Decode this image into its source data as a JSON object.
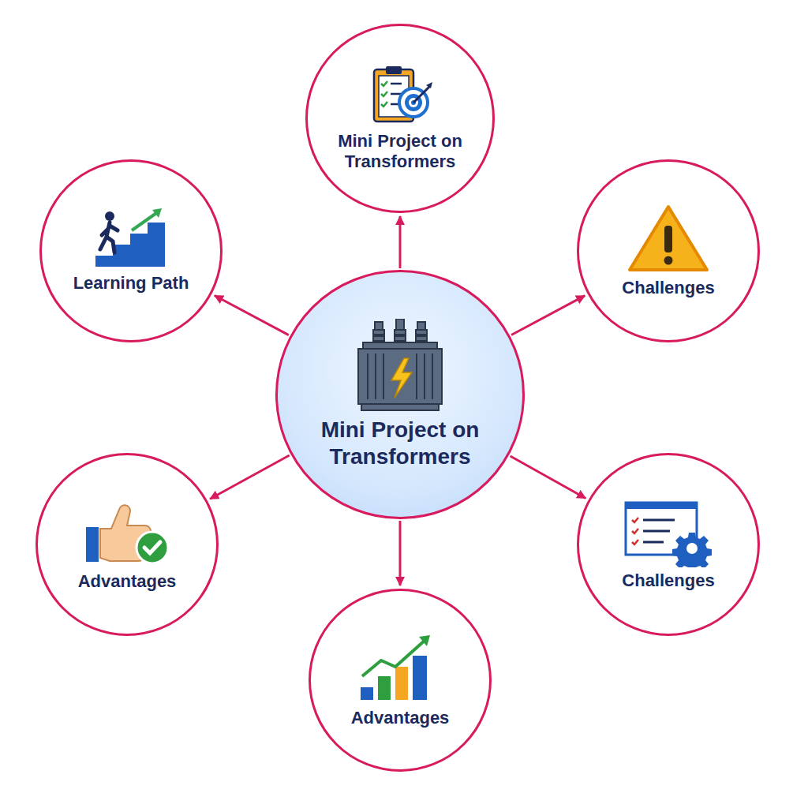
{
  "diagram": {
    "nodes": [
      {
        "text": [
          "Mini Project on Transformers"
        ]
      },
      {
        "text": [
          "Learning Path"
        ]
      },
      {
        "text": [
          "Challenges"
        ]
      },
      {
        "text": [
          "Mini Project on Transformers"
        ]
      },
      {
        "text": [
          "Advantages"
        ]
      },
      {
        "text": [
          "Challenges"
        ]
      },
      {
        "text": [
          "Advantages"
        ]
      }
    ],
    "edges": [
      {
        "from": 3,
        "to": 0,
        "arrow": "to"
      },
      {
        "from": 3,
        "to": 1,
        "arrow": "to"
      },
      {
        "from": 3,
        "to": 2,
        "arrow": "to"
      },
      {
        "from": 3,
        "to": 4,
        "arrow": "to"
      },
      {
        "from": 3,
        "to": 5,
        "arrow": "to"
      },
      {
        "from": 3,
        "to": 6,
        "arrow": "to"
      }
    ]
  }
}
